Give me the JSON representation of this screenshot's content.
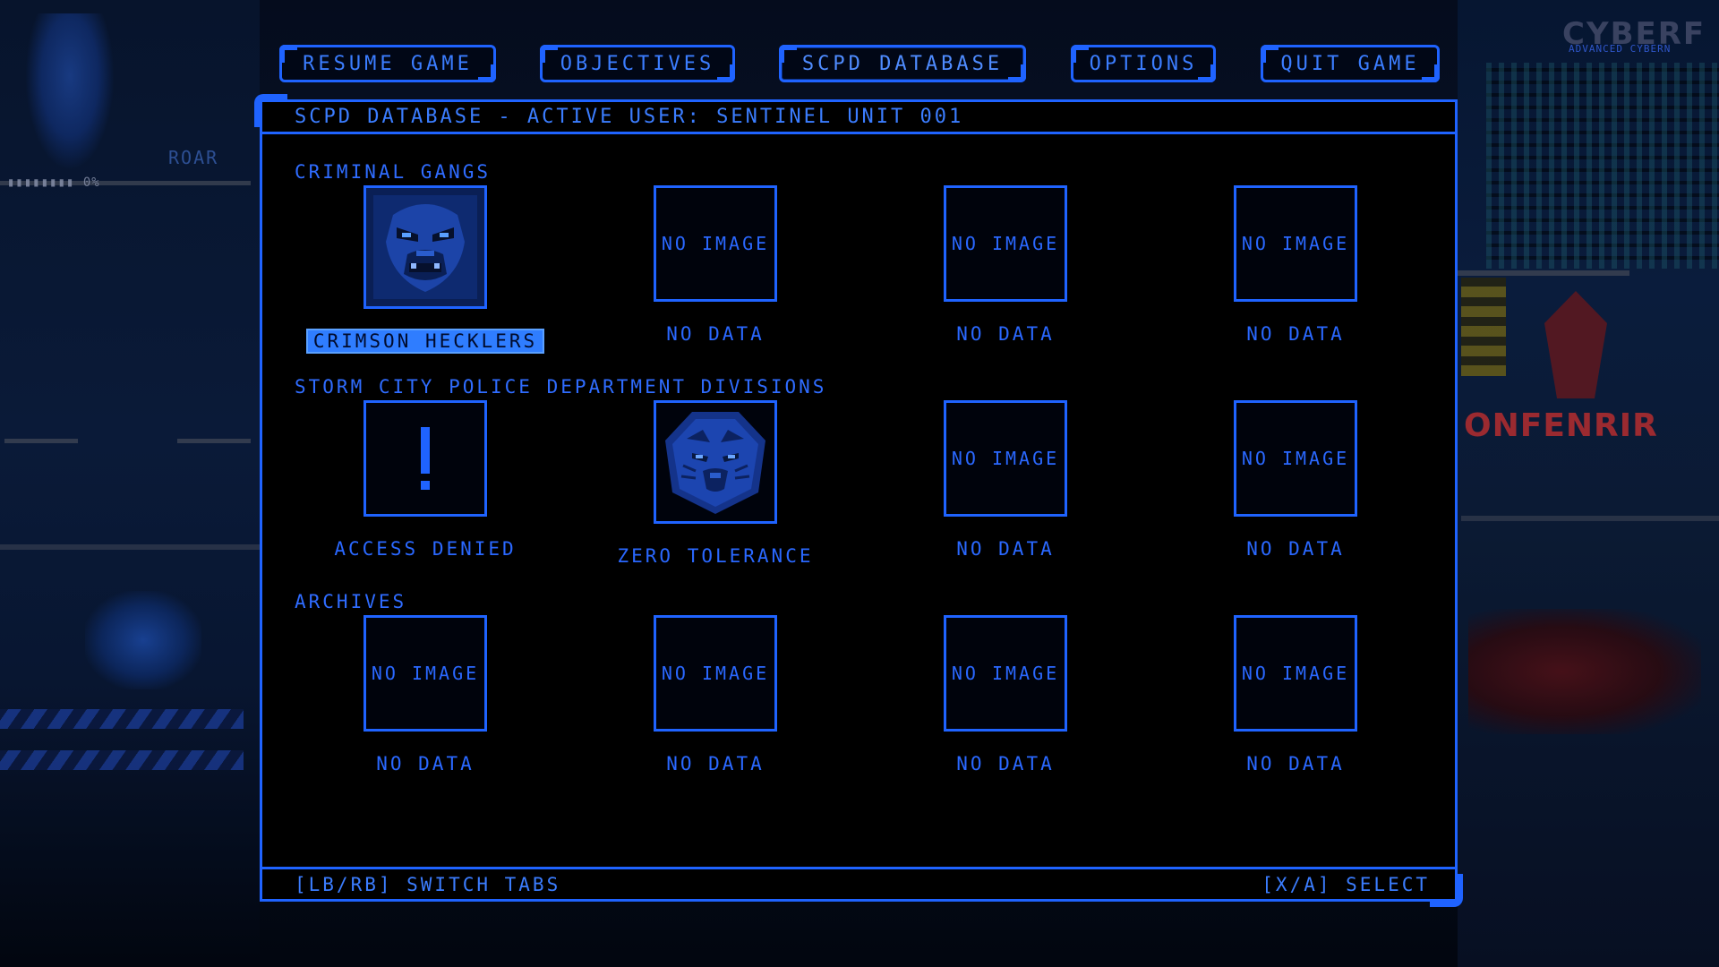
{
  "background": {
    "hud_text": "▮▮▮▮▮▮▮▮ 0%",
    "roar_label": "ROAR",
    "logo": "CYBERF",
    "logo_sub": "ADVANCED CYBERN",
    "brand": "ONFENRIR"
  },
  "tabs": [
    {
      "id": "resume",
      "label": "RESUME GAME",
      "active": false
    },
    {
      "id": "objectives",
      "label": "OBJECTIVES",
      "active": false
    },
    {
      "id": "database",
      "label": "SCPD DATABASE",
      "active": true
    },
    {
      "id": "options",
      "label": "OPTIONS",
      "active": false
    },
    {
      "id": "quit",
      "label": "QUIT GAME",
      "active": false
    }
  ],
  "panel": {
    "header": "SCPD DATABASE - ACTIVE USER: SENTINEL UNIT 001",
    "footer_left": "[LB/RB] SWITCH TABS",
    "footer_right": "[X/A] SELECT"
  },
  "sections": [
    {
      "title": "CRIMINAL GANGS",
      "cards": [
        {
          "label": "CRIMSON HECKLERS",
          "image": "gorilla-face-icon",
          "selected": true
        },
        {
          "label": "NO DATA",
          "image_text": "NO IMAGE"
        },
        {
          "label": "NO DATA",
          "image_text": "NO IMAGE"
        },
        {
          "label": "NO DATA",
          "image_text": "NO IMAGE"
        }
      ]
    },
    {
      "title": "STORM CITY POLICE DEPARTMENT DIVISIONS",
      "cards": [
        {
          "label": "ACCESS DENIED",
          "image": "exclamation-icon"
        },
        {
          "label": "ZERO TOLERANCE",
          "image": "tiger-emblem-icon"
        },
        {
          "label": "NO DATA",
          "image_text": "NO IMAGE"
        },
        {
          "label": "NO DATA",
          "image_text": "NO IMAGE"
        }
      ]
    },
    {
      "title": "ARCHIVES",
      "cards": [
        {
          "label": "NO DATA",
          "image_text": "NO IMAGE"
        },
        {
          "label": "NO DATA",
          "image_text": "NO IMAGE"
        },
        {
          "label": "NO DATA",
          "image_text": "NO IMAGE"
        },
        {
          "label": "NO DATA",
          "image_text": "NO IMAGE"
        }
      ]
    }
  ],
  "colors": {
    "accent": "#1f63ff",
    "selected_bg": "#2f7dff",
    "panel_bg": "#000000"
  }
}
